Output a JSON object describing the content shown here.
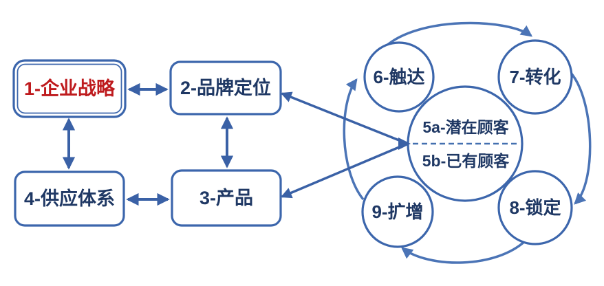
{
  "diagram": {
    "boxes": {
      "strategy": {
        "label": "1-企业战略"
      },
      "brand": {
        "label": "2-品牌定位"
      },
      "product": {
        "label": "3-产品"
      },
      "supply": {
        "label": "4-供应体系"
      }
    },
    "loop": {
      "reach": {
        "label": "6-触达"
      },
      "convert": {
        "label": "7-转化"
      },
      "lock": {
        "label": "8-锁定"
      },
      "expand": {
        "label": "9-扩增"
      },
      "customers": {
        "top_label": "5a-潜在顾客",
        "bottom_label": "5b-已有顾客"
      }
    },
    "colors": {
      "shape_border_blue": "#3C66AC",
      "arrow_blue": "#3A61A6",
      "arc_blue": "#4B74B6",
      "text_navy": "#1F3864",
      "highlight_red": "#BE1A1D",
      "background": "#FFFFFF"
    }
  }
}
